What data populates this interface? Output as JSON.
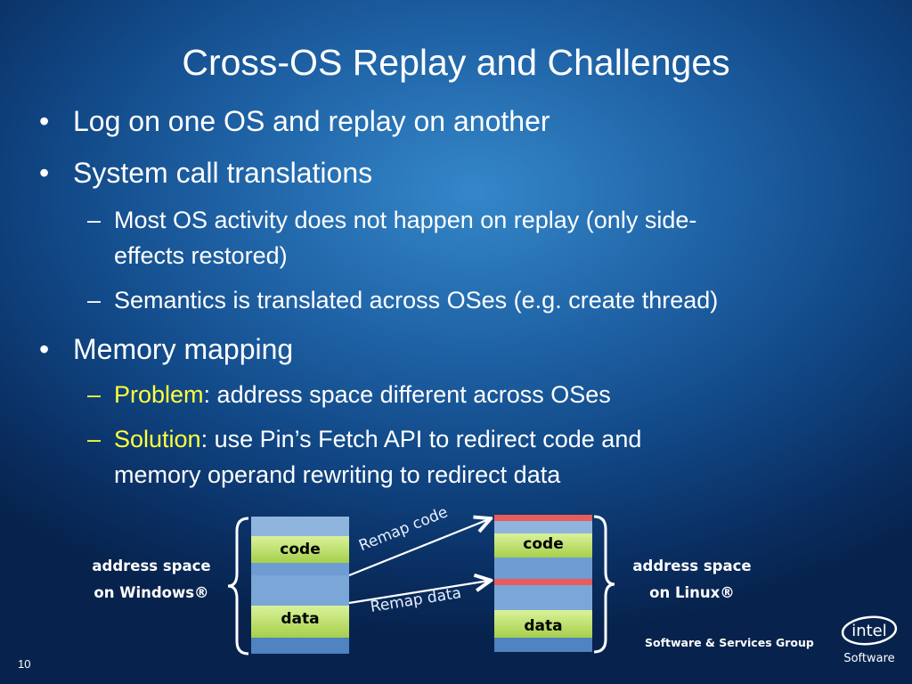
{
  "slide": {
    "title": "Cross-OS Replay and Challenges",
    "page_number": "10"
  },
  "bullets": {
    "b1": "Log on one OS and replay on another",
    "b2": "System call translations",
    "b2_sub1_line1": "Most OS activity does not happen on replay (only side-",
    "b2_sub1_line2": "effects restored)",
    "b2_sub2": "Semantics is translated across OSes (e.g. create thread)",
    "b3": "Memory mapping",
    "b3_sub1_key": "Problem",
    "b3_sub1_rest": ": address space different across OSes",
    "b3_sub2_key": "Solution",
    "b3_sub2_rest_line1": ": use Pin’s Fetch API to redirect code and",
    "b3_sub2_line2": "memory operand rewriting to redirect data"
  },
  "symbols": {
    "bullet": "•",
    "dash": "–"
  },
  "diagram": {
    "left_label_line1": "address space",
    "left_label_line2": "on Windows®",
    "right_label_line1": "address space",
    "right_label_line2": "on Linux®",
    "code_label": "code",
    "data_label": "data",
    "remap_code": "Remap code",
    "remap_data": "Remap data"
  },
  "footer": {
    "group": "Software & Services Group",
    "logo_text": "intel",
    "logo_sub": "Software"
  },
  "colors": {
    "accent_yellow": "#ffff3c",
    "block_green": "#b5d95e",
    "stripe_red": "#e85c5c"
  }
}
